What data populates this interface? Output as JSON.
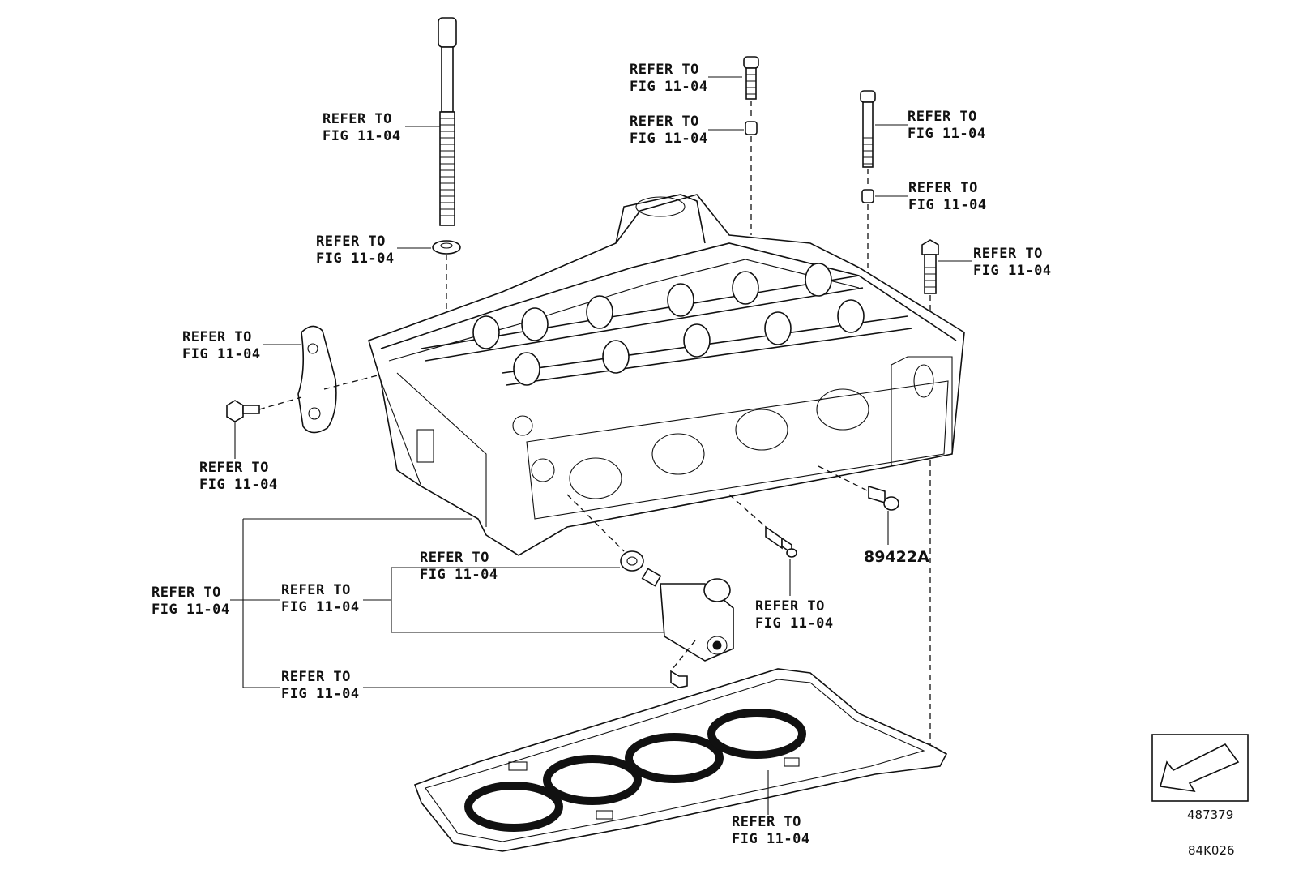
{
  "callouts": [
    {
      "line1": "REFER TO",
      "line2": "FIG 11-04"
    },
    {
      "line1": "REFER TO",
      "line2": "FIG 11-04"
    },
    {
      "line1": "REFER TO",
      "line2": "FIG 11-04"
    },
    {
      "line1": "REFER TO",
      "line2": "FIG 11-04"
    },
    {
      "line1": "REFER TO",
      "line2": "FIG 11-04"
    },
    {
      "line1": "REFER TO",
      "line2": "FIG 11-04"
    },
    {
      "line1": "REFER TO",
      "line2": "FIG 11-04"
    },
    {
      "line1": "REFER TO",
      "line2": "FIG 11-04"
    },
    {
      "line1": "REFER TO",
      "line2": "FIG 11-04"
    },
    {
      "line1": "REFER TO",
      "line2": "FIG 11-04"
    },
    {
      "line1": "REFER TO",
      "line2": "FIG 11-04"
    },
    {
      "line1": "REFER TO",
      "line2": "FIG 11-04"
    },
    {
      "line1": "REFER TO",
      "line2": "FIG 11-04"
    },
    {
      "line1": "REFER TO",
      "line2": "FIG 11-04"
    },
    {
      "line1": "REFER TO",
      "line2": "FIG 11-04"
    }
  ],
  "part_number": "89422A",
  "illustration_number": "487379",
  "figure_code": "84K026",
  "orientation_icon": "front-arrow-icon"
}
